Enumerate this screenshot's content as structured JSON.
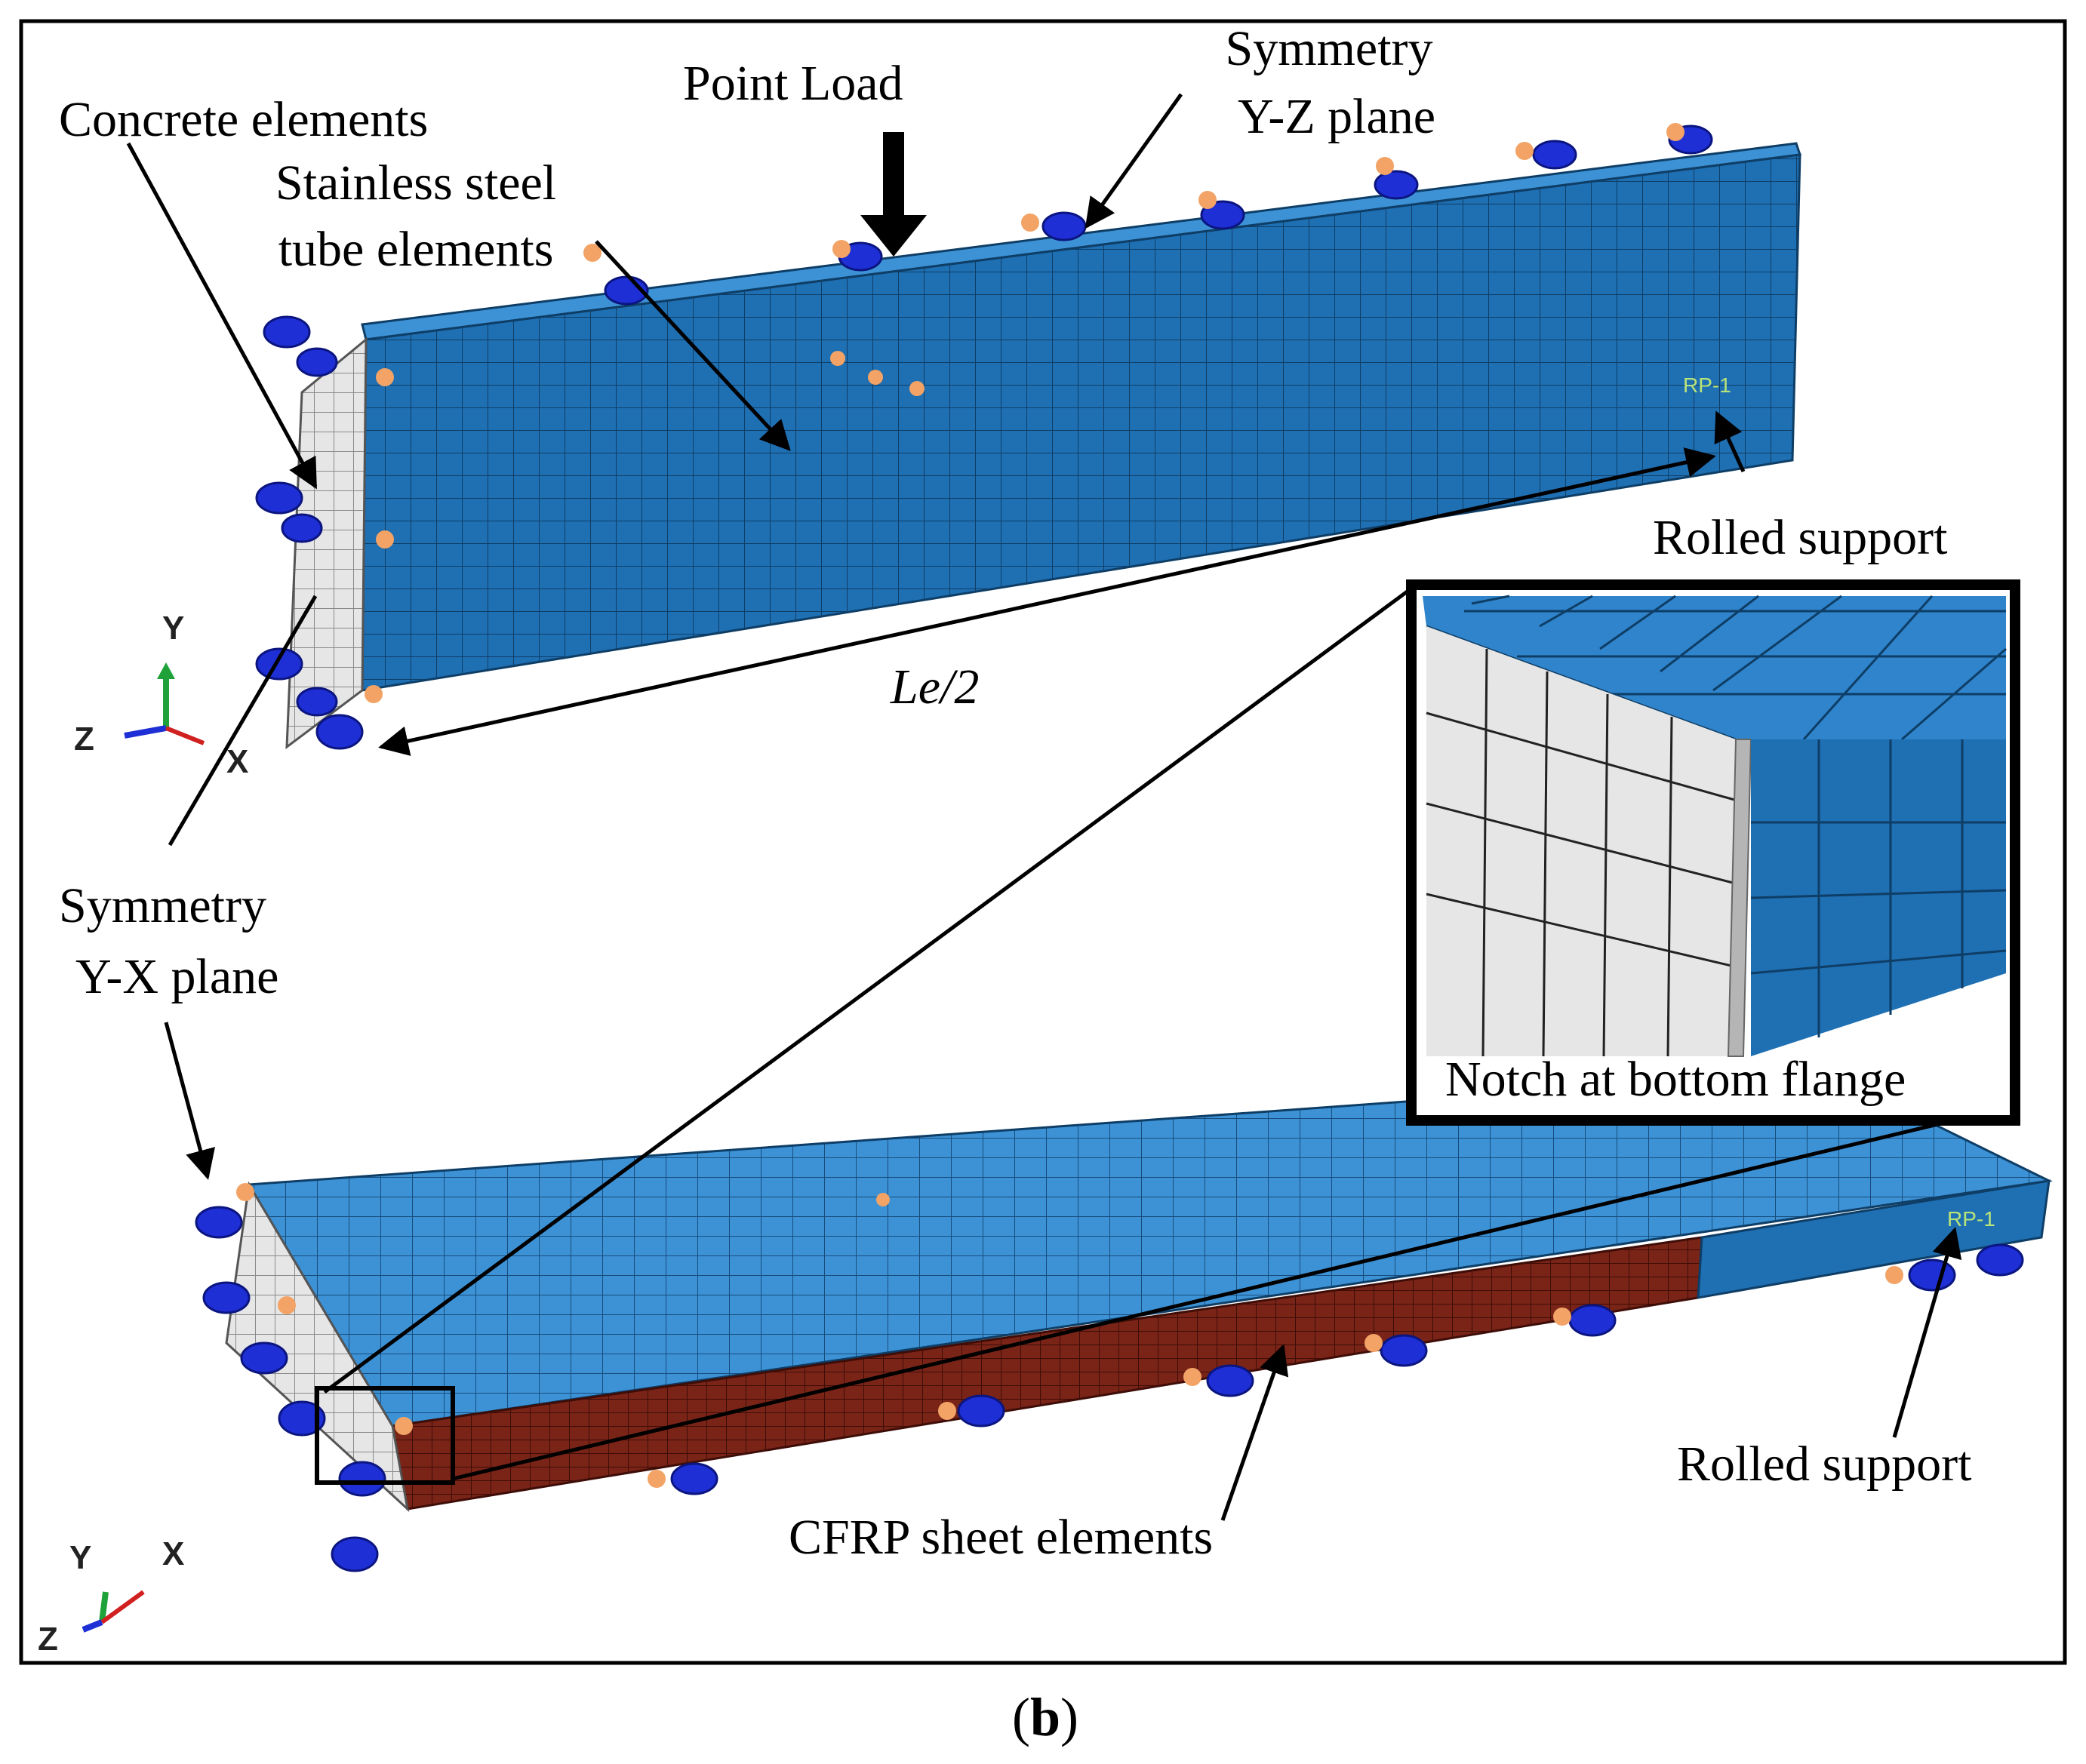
{
  "labels": {
    "point_load": "Point Load",
    "symmetry_yz": [
      "Symmetry",
      "Y-Z plane"
    ],
    "concrete": "Concrete elements",
    "stainless": [
      "Stainless steel",
      "tube elements"
    ],
    "rolled_top": "Rolled support",
    "le2": "Le/2",
    "symmetry_yx": [
      "Symmetry",
      "Y-X plane"
    ],
    "notch": "Notch at bottom flange",
    "rolled_bottom": "Rolled support",
    "cfrp": "CFRP sheet elements",
    "rp_tag": "RP-1",
    "rp_tag_bottom": "RP-1"
  },
  "caption": {
    "open": "(",
    "letter": "b",
    "close": ")"
  },
  "axes": {
    "top": {
      "y": "Y",
      "z": "Z",
      "x": "X"
    },
    "bottom": {
      "y": "Y",
      "x": "X",
      "z": "Z"
    }
  },
  "colors": {
    "steel_blue": "#1f6fb3",
    "steel_blue_light": "#3d92d6",
    "cfrp_red": "#7a2418",
    "concrete_grey": "#e6e6e6",
    "bc_blue": "#1e2fd6",
    "bc_orange": "#f2a365"
  }
}
